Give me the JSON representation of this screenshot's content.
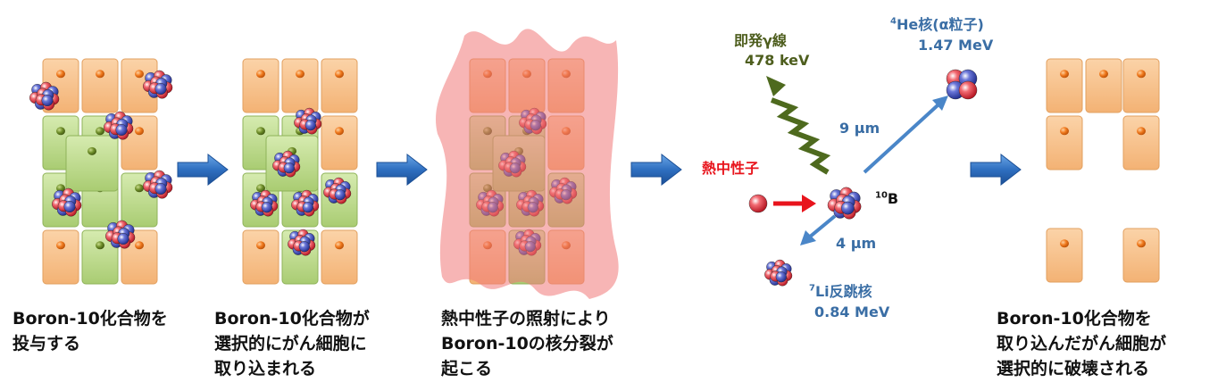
{
  "captions": {
    "step1": "Boron-10化合物を\n投与する",
    "step2": "Boron-10化合物が\n選択的にがん細胞に\n取り込まれる",
    "step3": "熱中性子の照射により\nBoron-10の核分裂が\n起こる",
    "step5": "Boron-10化合物を\n取り込んだがん細胞が\n選択的に破壊される"
  },
  "reaction": {
    "gamma_name": "即発γ線",
    "gamma_energy": "478 keV",
    "he_mass": "4",
    "he_name": "He核(α粒子)",
    "he_energy": "1.47 MeV",
    "he_range": "9 μm",
    "neutron_label": "熱中性子",
    "boron_mass": "10",
    "boron_symbol": "B",
    "li_range": "4 μm",
    "li_mass": "7",
    "li_name": "Li反跳核",
    "li_energy": "0.84 MeV"
  },
  "colors": {
    "normal_cell": "#f6c08a",
    "cancer_cell": "#bcd98a",
    "nucleus": "#f07a1e",
    "cancer_nucleus": "#6f8f2a",
    "arrow": "#2f6fc0",
    "neutron_arrow": "#e8141c",
    "gamma": "#4e6a1e",
    "particle_arrow": "#4a86c8",
    "beam": "#f08080"
  }
}
